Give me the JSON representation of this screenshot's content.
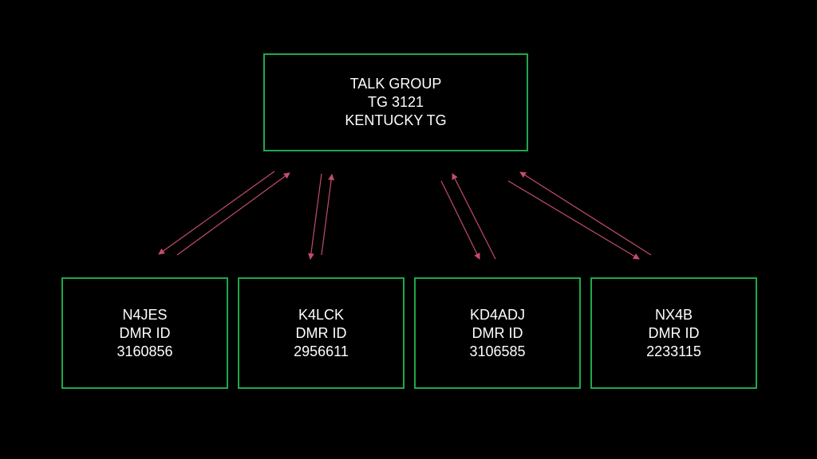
{
  "colors": {
    "background": "#000000",
    "box_border": "#1fa84a",
    "arrow": "#c24d6a",
    "text": "#ffffff"
  },
  "talk_group": {
    "line1": "TALK GROUP",
    "line2": "TG 3121",
    "line3": "KENTUCKY TG"
  },
  "nodes": [
    {
      "callsign": "N4JES",
      "label": "DMR ID",
      "dmr_id": "3160856"
    },
    {
      "callsign": "K4LCK",
      "label": "DMR ID",
      "dmr_id": "2956611"
    },
    {
      "callsign": "KD4ADJ",
      "label": "DMR ID",
      "dmr_id": "3106585"
    },
    {
      "callsign": "NX4B",
      "label": "DMR ID",
      "dmr_id": "2233115"
    }
  ]
}
